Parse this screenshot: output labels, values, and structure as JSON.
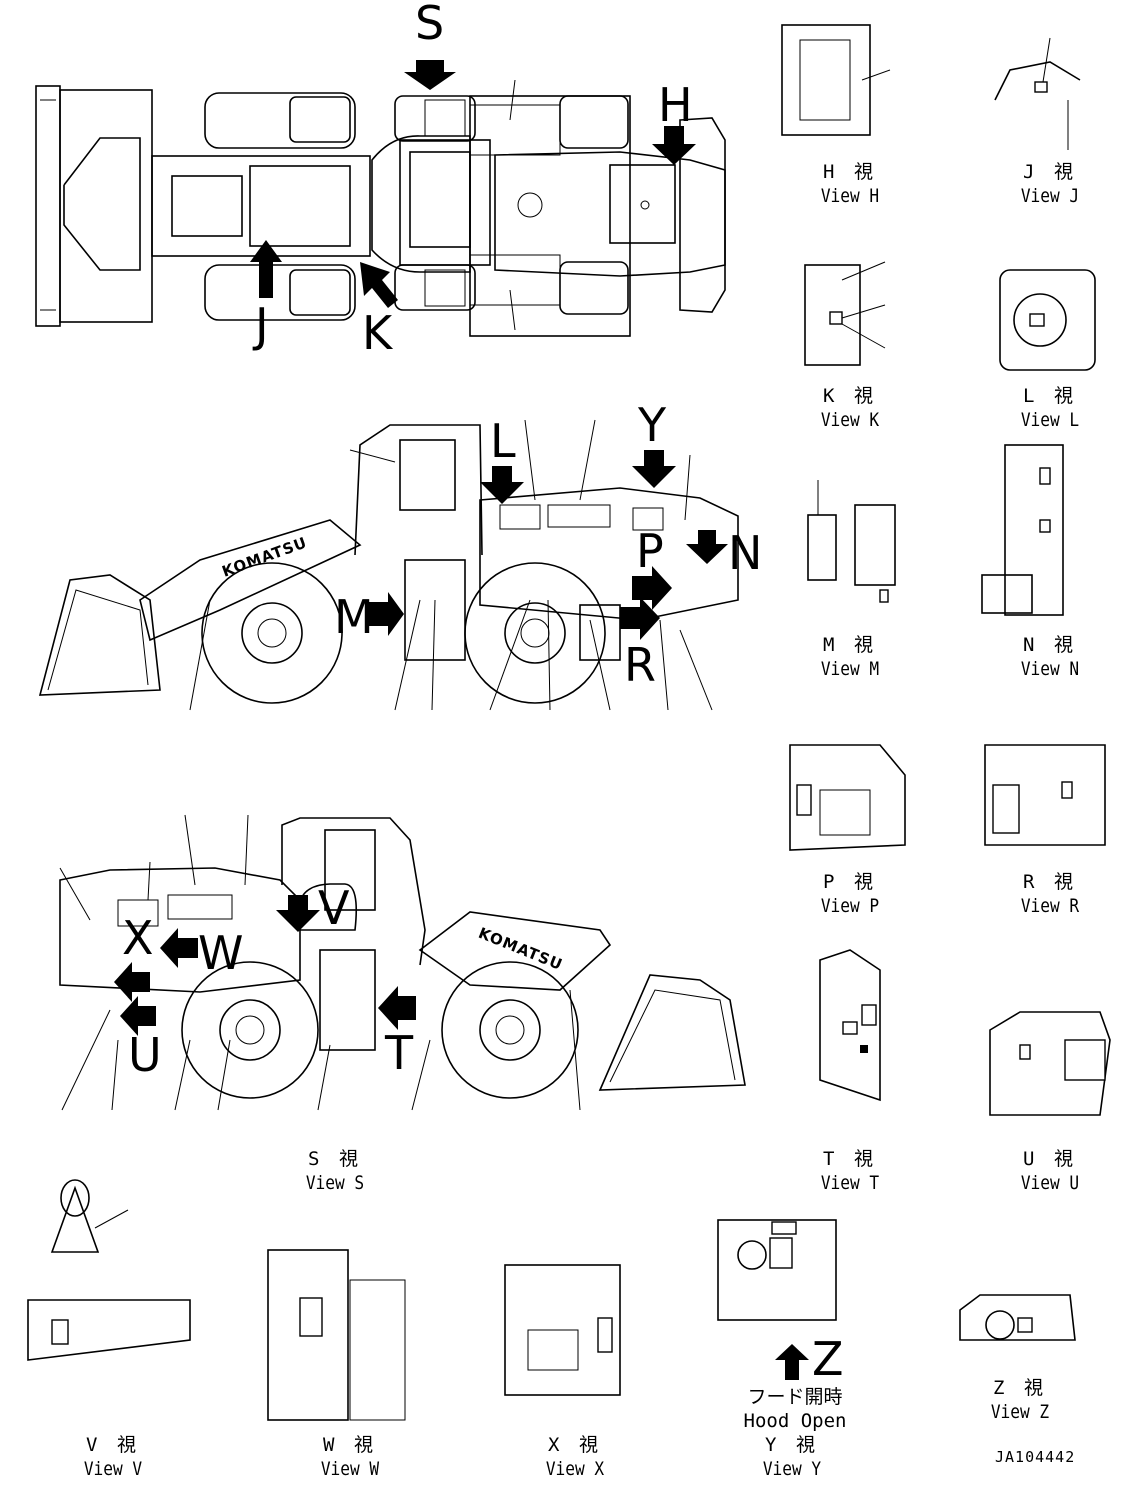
{
  "drawing_code": "JA104442",
  "view_suffix_jp": "視",
  "views": {
    "H": {
      "jp": "H",
      "en": "View H"
    },
    "J": {
      "jp": "J",
      "en": "View J"
    },
    "K": {
      "jp": "K",
      "en": "View K"
    },
    "L": {
      "jp": "L",
      "en": "View L"
    },
    "M": {
      "jp": "M",
      "en": "View M"
    },
    "N": {
      "jp": "N",
      "en": "View N"
    },
    "P": {
      "jp": "P",
      "en": "View P"
    },
    "R": {
      "jp": "R",
      "en": "View R"
    },
    "S": {
      "jp": "S",
      "en": "View S"
    },
    "T": {
      "jp": "T",
      "en": "View T"
    },
    "U": {
      "jp": "U",
      "en": "View U"
    },
    "V": {
      "jp": "V",
      "en": "View V"
    },
    "W": {
      "jp": "W",
      "en": "View W"
    },
    "X": {
      "jp": "X",
      "en": "View X"
    },
    "Y": {
      "jp": "Y",
      "en": "View Y"
    },
    "Z": {
      "jp": "Z",
      "en": "View Z"
    }
  },
  "arrows": {
    "S": "S",
    "H": "H",
    "J": "J",
    "K": "K",
    "L": "L",
    "Y": "Y",
    "P": "P",
    "N": "N",
    "M": "M",
    "R": "R",
    "V": "V",
    "X": "X",
    "W": "W",
    "U": "U",
    "T": "T",
    "Z": "Z"
  },
  "hood_open": {
    "jp": "フード開時",
    "en": "Hood Open"
  },
  "brand": "KOMATSU"
}
